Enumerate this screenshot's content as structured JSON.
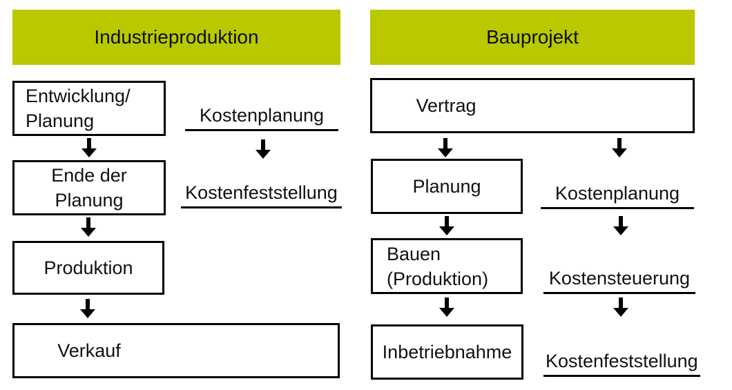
{
  "colors": {
    "header_bg": "#bac800",
    "box_border": "#000000",
    "text": "#111111"
  },
  "diagram": {
    "left_column": {
      "header": "Industrieproduktion",
      "steps": [
        {
          "lines": [
            "Entwicklung/",
            "Planung"
          ]
        },
        {
          "lines": [
            "Ende der",
            "Planung"
          ]
        },
        {
          "lines": [
            "Produktion"
          ]
        },
        {
          "lines": [
            "Verkauf"
          ]
        }
      ],
      "cost_labels": [
        "Kostenplanung",
        "Kostenfeststellung"
      ]
    },
    "right_column": {
      "header": "Bauprojekt",
      "steps": [
        {
          "lines": [
            "Vertrag"
          ]
        },
        {
          "lines": [
            "Planung"
          ]
        },
        {
          "lines": [
            "Bauen",
            "(Produktion)"
          ]
        },
        {
          "lines": [
            "Inbetriebnahme"
          ]
        }
      ],
      "cost_labels": [
        "Kostenplanung",
        "Kostensteuerung",
        "Kostenfeststellung"
      ]
    }
  }
}
